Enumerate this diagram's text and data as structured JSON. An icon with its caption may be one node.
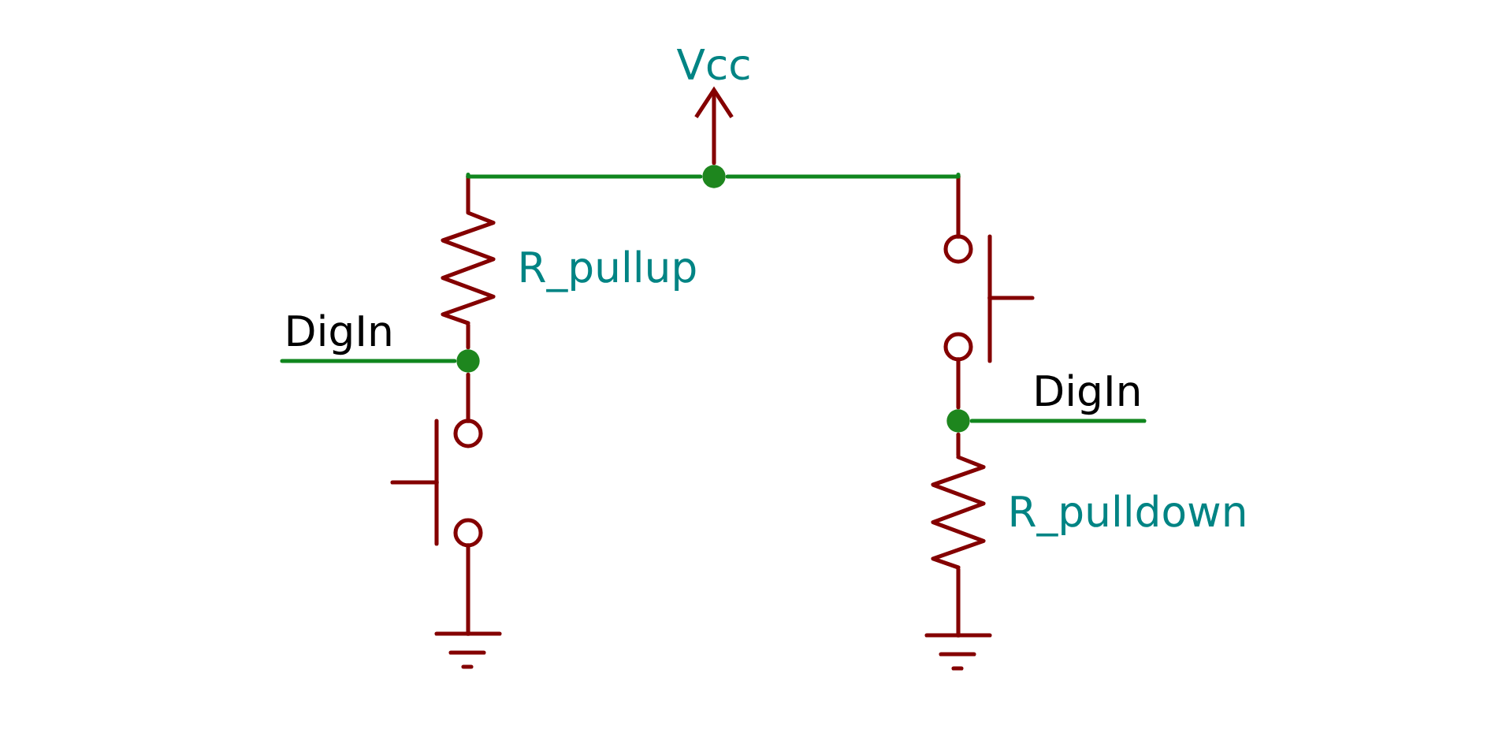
{
  "diagram": {
    "nodes": [
      {
        "text": [
          "Vcc"
        ]
      },
      {
        "text": [
          "R_pullup"
        ]
      },
      {
        "text": [],
        "shape": "switch"
      },
      {
        "text": [],
        "shape": "ground"
      },
      {
        "text": [],
        "shape": "switch"
      },
      {
        "text": [
          "R_pulldown"
        ]
      },
      {
        "text": [],
        "shape": "ground"
      },
      {
        "text": [
          "DigIn"
        ]
      },
      {
        "text": [
          "DigIn"
        ]
      },
      {
        "text": [],
        "shape": "circle"
      },
      {
        "text": [],
        "shape": "circle"
      },
      {
        "text": [],
        "shape": "circle"
      }
    ],
    "edges": [
      {
        "from": 9,
        "to": 0,
        "arrow": "to"
      },
      {
        "from": 9,
        "to": 1,
        "arrow": "none",
        "color": "#1e861e"
      },
      {
        "from": 9,
        "to": 4,
        "arrow": "none",
        "color": "#1e861e"
      },
      {
        "from": 1,
        "to": 10,
        "arrow": "none"
      },
      {
        "from": 7,
        "to": 10,
        "arrow": "none",
        "color": "#1e861e"
      },
      {
        "from": 10,
        "to": 2,
        "arrow": "none"
      },
      {
        "from": 2,
        "to": 3,
        "arrow": "none"
      },
      {
        "from": 4,
        "to": 11,
        "arrow": "none"
      },
      {
        "from": 11,
        "to": 8,
        "arrow": "none",
        "color": "#1e861e"
      },
      {
        "from": 11,
        "to": 5,
        "arrow": "none"
      },
      {
        "from": 5,
        "to": 6,
        "arrow": "none"
      }
    ]
  }
}
